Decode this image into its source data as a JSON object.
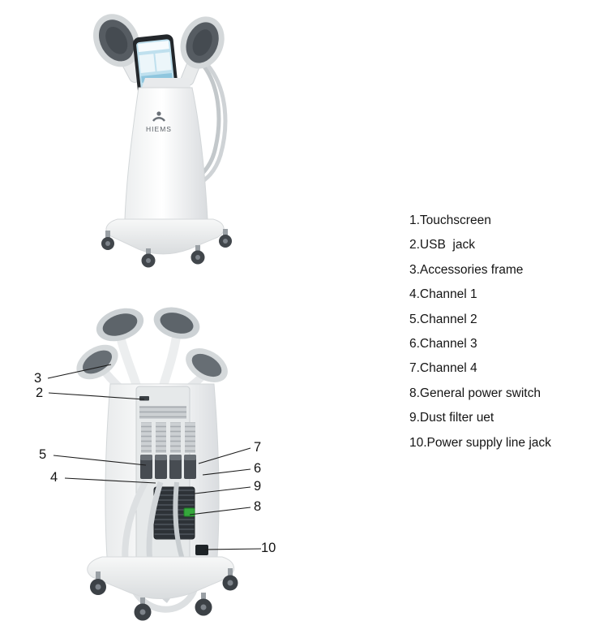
{
  "figure": {
    "brand": "HIEMS",
    "description": "Body sculpting machine diagram, front view and back view with numbered parts"
  },
  "legend": {
    "items": [
      "1.Touchscreen",
      "2.USB  jack",
      "3.Accessories frame",
      "4.Channel 1",
      "5.Channel 2",
      "6.Channel 3",
      "7.Channel 4",
      "8.General power switch",
      "9.Dust filter uet",
      "10.Power supply line jack"
    ]
  },
  "callouts": [
    {
      "num": "3"
    },
    {
      "num": "2"
    },
    {
      "num": "5"
    },
    {
      "num": "4"
    },
    {
      "num": "7"
    },
    {
      "num": "6"
    },
    {
      "num": "9"
    },
    {
      "num": "8"
    },
    {
      "num": "10"
    }
  ]
}
